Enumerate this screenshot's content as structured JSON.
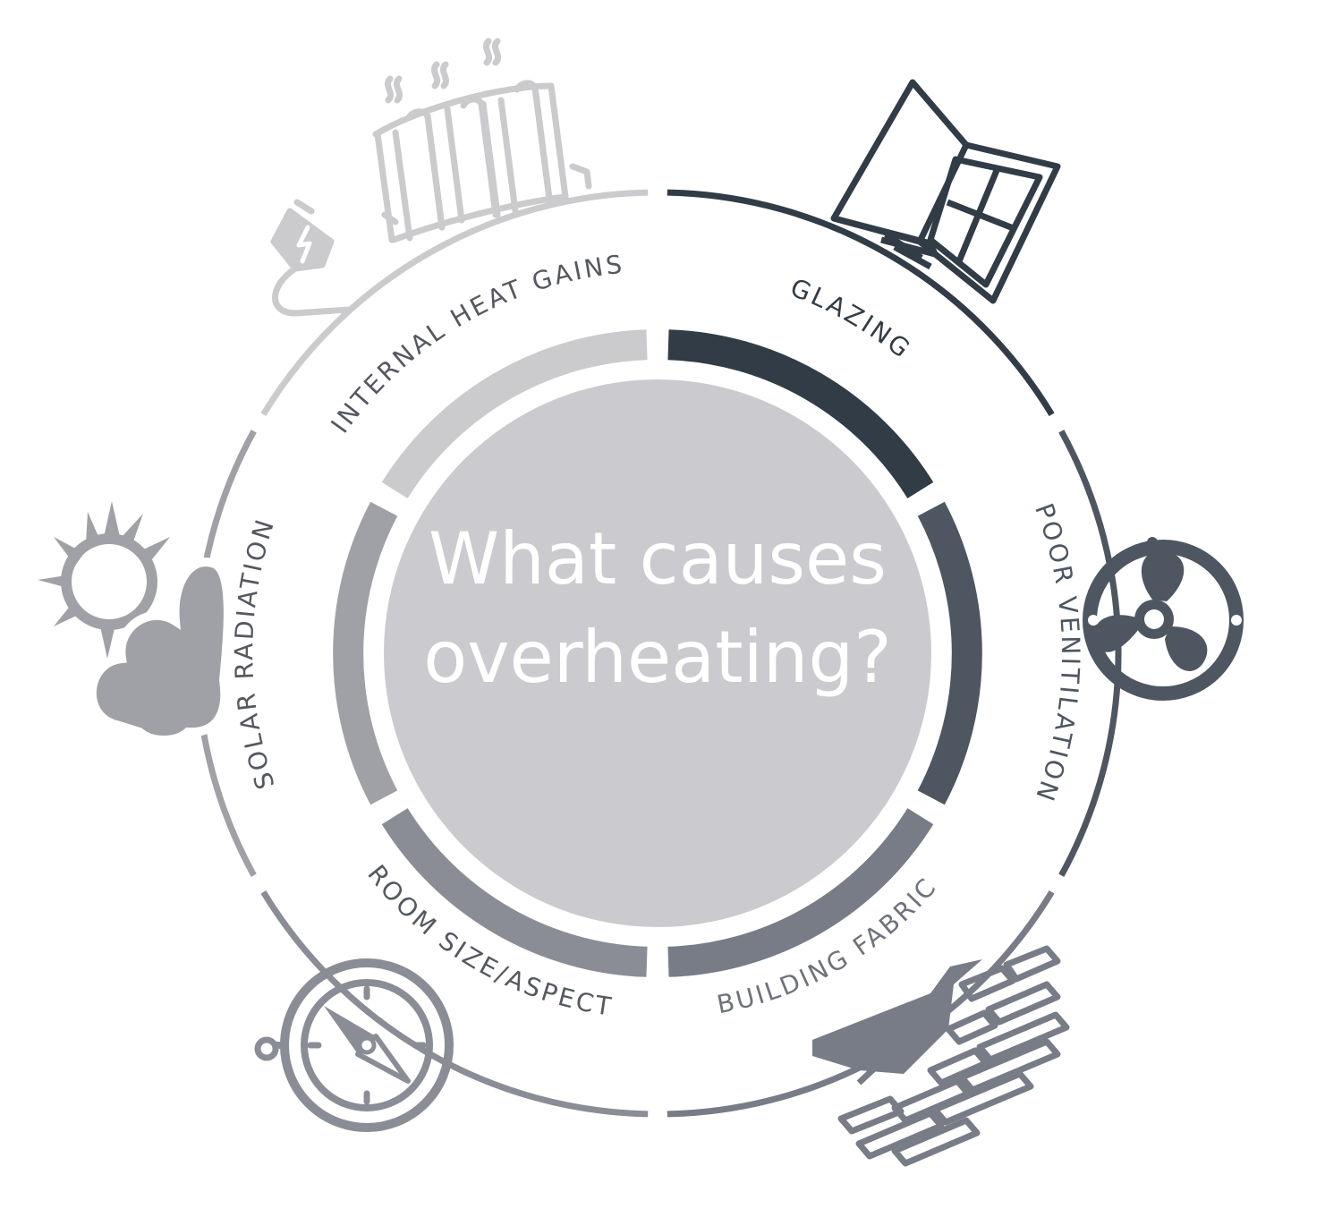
{
  "center": {
    "line1": "What causes",
    "line2": "overheating?"
  },
  "segments": [
    {
      "label": "GLAZING",
      "color": "#313c46",
      "icon": "window-icon"
    },
    {
      "label": "POOR VENITILATION",
      "color": "#4e5661",
      "icon": "fan-icon"
    },
    {
      "label": "BUILDING FABRIC",
      "color": "#787c86",
      "icon": "brick-wall-icon"
    },
    {
      "label": "ROOM SIZE/ASPECT",
      "color": "#8a8d95",
      "icon": "compass-icon"
    },
    {
      "label": "SOLAR RADIATION",
      "color": "#a0a1a6",
      "icon": "sun-cloud-icon"
    },
    {
      "label": "INTERNAL HEAT GAINS",
      "color": "#cbcbce",
      "icon": "radiator-plug-icon"
    }
  ],
  "colors": {
    "center_fill": "#cbcbcf",
    "background": "#ffffff"
  }
}
